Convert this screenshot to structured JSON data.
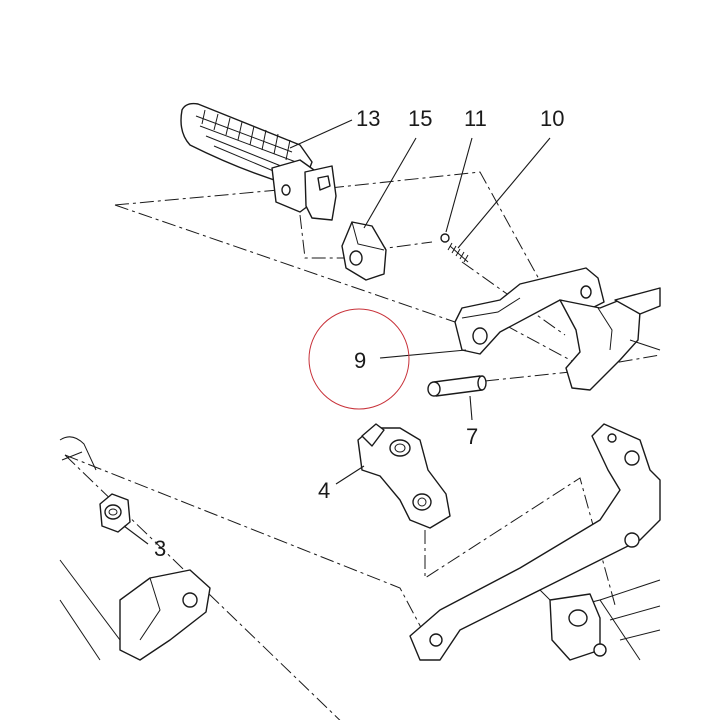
{
  "diagram": {
    "labels": {
      "p13": "13",
      "p15": "15",
      "p11": "11",
      "p10": "10",
      "p9": "9",
      "p7": "7",
      "p4": "4",
      "p3": "3"
    },
    "colors": {
      "ink": "#1a1a1a",
      "highlight": "#c8323a",
      "background": "#ffffff"
    }
  }
}
